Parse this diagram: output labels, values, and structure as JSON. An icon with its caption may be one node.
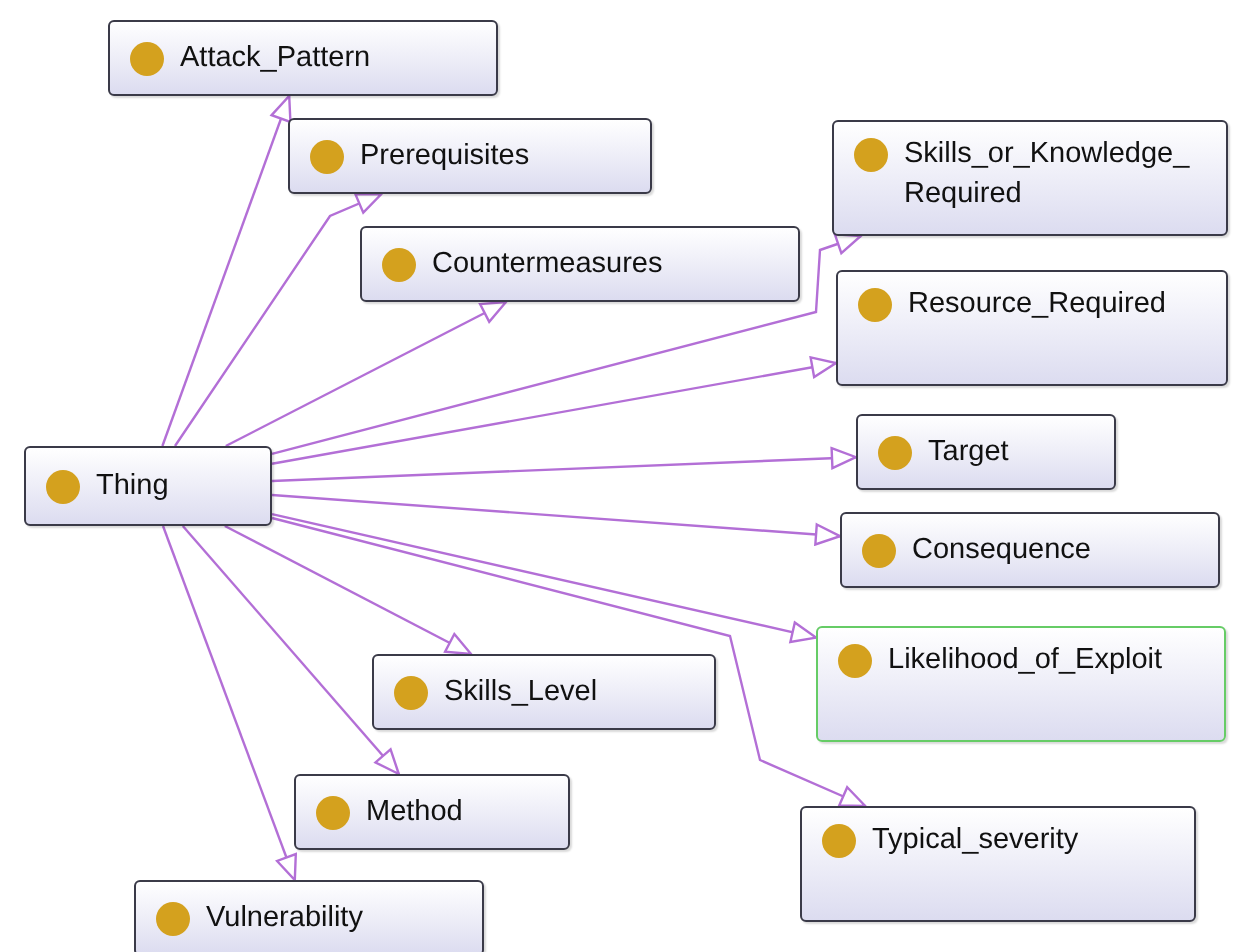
{
  "diagram": {
    "nodes": [
      {
        "text": [
          "Attack_Pattern"
        ]
      },
      {
        "text": [
          "Prerequisites"
        ]
      },
      {
        "text": [
          "Skills_or_Knowledge_Required"
        ]
      },
      {
        "text": [
          "Countermeasures"
        ]
      },
      {
        "text": [
          "Resource_Required"
        ]
      },
      {
        "text": [
          "Thing"
        ]
      },
      {
        "text": [
          "Target"
        ]
      },
      {
        "text": [
          "Consequence"
        ]
      },
      {
        "text": [
          "Likelihood_of_Exploit"
        ]
      },
      {
        "text": [
          "Skills_Level"
        ]
      },
      {
        "text": [
          "Method"
        ]
      },
      {
        "text": [
          "Typical_severity"
        ]
      },
      {
        "text": [
          "Vulnerability"
        ]
      }
    ],
    "edges": [
      {
        "from": 5,
        "to": 0,
        "arrow": "to"
      },
      {
        "from": 5,
        "to": 1,
        "arrow": "to"
      },
      {
        "from": 5,
        "to": 2,
        "arrow": "to"
      },
      {
        "from": 5,
        "to": 3,
        "arrow": "to"
      },
      {
        "from": 5,
        "to": 4,
        "arrow": "to"
      },
      {
        "from": 5,
        "to": 6,
        "arrow": "to"
      },
      {
        "from": 5,
        "to": 7,
        "arrow": "to"
      },
      {
        "from": 5,
        "to": 8,
        "arrow": "to"
      },
      {
        "from": 5,
        "to": 9,
        "arrow": "to"
      },
      {
        "from": 5,
        "to": 10,
        "arrow": "to"
      },
      {
        "from": 5,
        "to": 11,
        "arrow": "to"
      },
      {
        "from": 5,
        "to": 12,
        "arrow": "to"
      }
    ]
  }
}
